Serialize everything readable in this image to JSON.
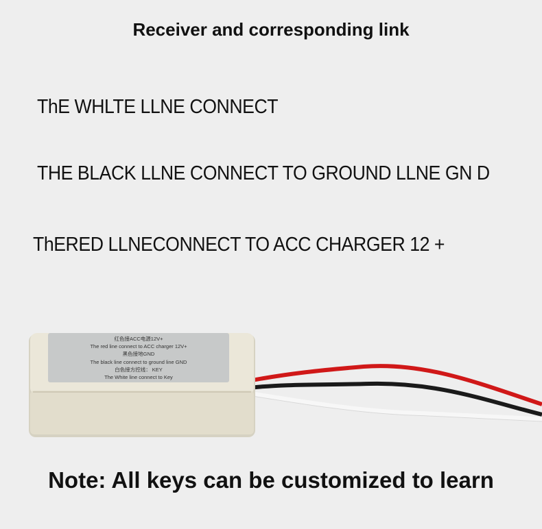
{
  "header": {
    "title": "Receiver and corresponding link"
  },
  "instructions": [
    "ThE WHLTE LLNE CONNECT",
    "THE BLACK LLNE CONNECT TO GROUND LLNE GN D",
    "ThERED LLNECONNECT TO ACC CHARGER 12 +"
  ],
  "receiver_label": {
    "line1": "红色接ACC电源12V+",
    "line2": "The red line connect to ACC charger 12V+",
    "line3": "黑色接地GND",
    "line4": "The black line connect to ground line GND",
    "line5": "白色接方控线： KEY",
    "line6": "The White line connect to Key"
  },
  "footer": {
    "note": "Note: All keys can be customized to learn"
  },
  "colors": {
    "background": "#eeeeee",
    "receiver_body": "#e6e2d3",
    "label": "#c7c9c9",
    "wire_red": "#d01818",
    "wire_black": "#1a1a1a",
    "wire_white": "#f7f7f7"
  }
}
